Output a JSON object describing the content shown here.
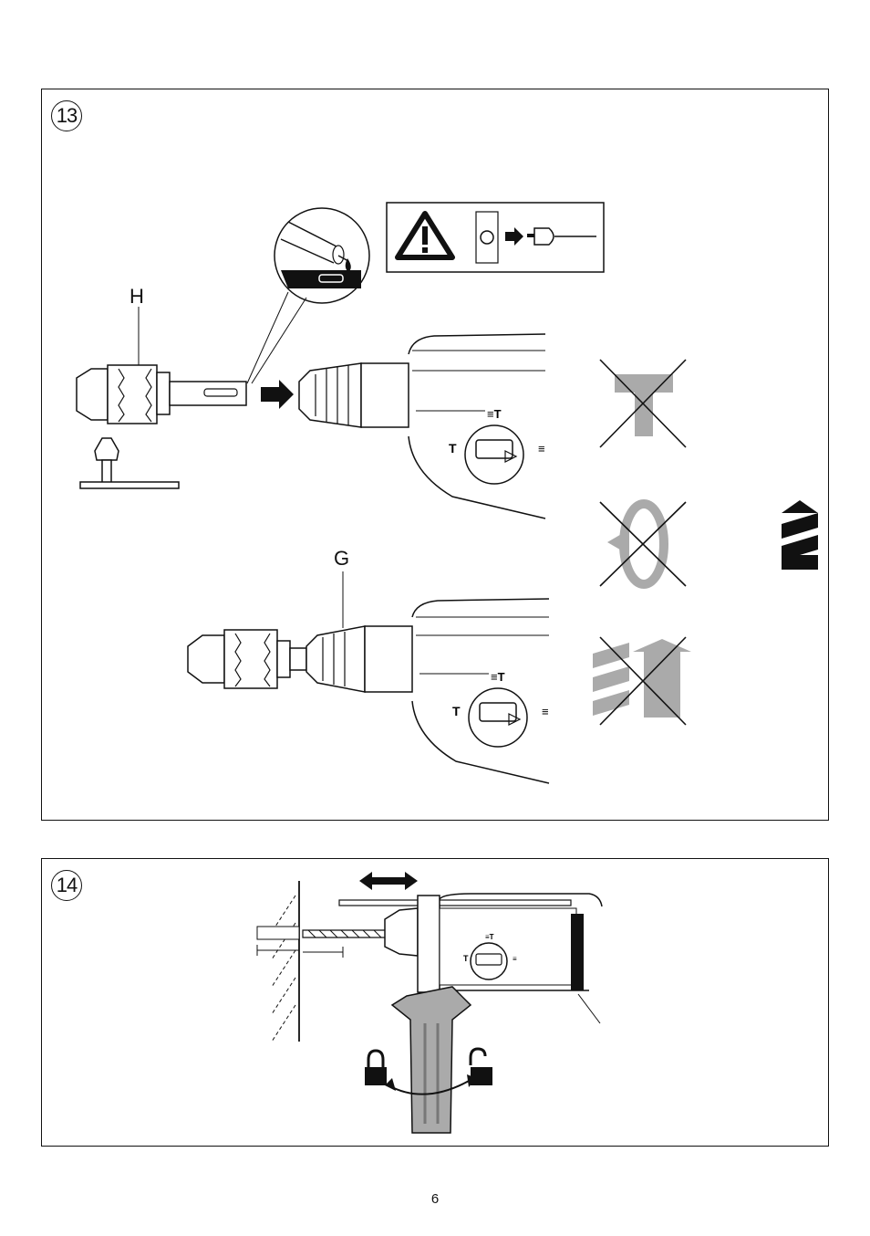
{
  "figure13": {
    "number": "13",
    "label_h": "H",
    "label_g": "G"
  },
  "figure14": {
    "number": "14"
  },
  "page_number": "6",
  "icons": [
    "warning-triangle-icon",
    "unplug-icon",
    "drill-mode-crossed-icon",
    "rotation-crossed-icon",
    "hammer-mode-crossed-icon",
    "mode-tab-icon",
    "lock-icon",
    "unlock-icon"
  ]
}
